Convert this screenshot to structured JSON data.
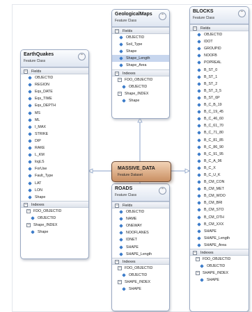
{
  "dataset": {
    "title": "MASSIVE_DATA",
    "subtitle": "Feature Dataset"
  },
  "collapse_glyph": "⌃",
  "entities": {
    "geologicalmaps": {
      "title": "GeologicalMaps",
      "subtitle": "Feature Class",
      "fields_header": "Fields",
      "fields": [
        "OBJECTID",
        "Soil_Type",
        "Shape",
        "Shape_Length",
        "Shape_Area"
      ],
      "highlighted_field": "Shape_Length",
      "indexes_header": "Indexes",
      "indexes": [
        {
          "name": "FDO_OBJECTID",
          "field": "OBJECTID"
        },
        {
          "name": "Shape_INDEX",
          "field": "Shape"
        }
      ]
    },
    "earthquakes": {
      "title": "EarthQuakes",
      "subtitle": "Feature Class",
      "fields_header": "Fields",
      "fields": [
        "OBJECTID",
        "REGION",
        "Eqs_DATE",
        "Eqs_TIME",
        "Eqs_DEPTH",
        "MS",
        "ML",
        "I_MAX",
        "STRIKE",
        "DIP",
        "RAKE",
        "L_KM",
        "logLS",
        "ForUse",
        "Fault_Type",
        "LAT",
        "LON",
        "Shape"
      ],
      "indexes_header": "Indexes",
      "indexes": [
        {
          "name": "FDO_OBJECTID",
          "field": "OBJECTID"
        },
        {
          "name": "Shape_INDEX",
          "field": "Shape"
        }
      ]
    },
    "roads": {
      "title": "ROADS",
      "subtitle": "Feature Class",
      "fields_header": "Fields",
      "fields": [
        "OBJECTID",
        "NAME",
        "ONEWAY",
        "NOOFLANES",
        "IDNET",
        "SHAPE",
        "SHAPE_Length"
      ],
      "indexes_header": "Indexes",
      "indexes": [
        {
          "name": "FDO_OBJECTID",
          "field": "OBJECTID"
        },
        {
          "name": "SHAPE_INDEX",
          "field": "SHAPE"
        }
      ]
    },
    "blocks": {
      "title": "BLOCKS",
      "subtitle": "Feature Class",
      "fields_header": "Fields",
      "fields": [
        "OBJECTID",
        "IDOT",
        "GROUPID",
        "NOOFB",
        "POPREAL",
        "B_ST_0",
        "B_ST_1",
        "B_ST_2",
        "B_ST_3_5",
        "B_ST_6P",
        "B_C_B_19",
        "B_C_19_45",
        "B_C_46_60",
        "B_C_61_70",
        "B_C_71_80",
        "B_C_81_85",
        "B_C_86_90",
        "B_C_91_95",
        "B_C_A_96",
        "B_C_X",
        "B_C_U_K",
        "B_CM_CON",
        "B_CM_MET",
        "B_CM_WOO",
        "B_CM_BRI",
        "B_CM_STO",
        "B_CM_OTH",
        "B_CM_XXX",
        "SHAPE",
        "SHAPE_Length",
        "SHAPE_Area"
      ],
      "indexes_header": "Indexes",
      "indexes": [
        {
          "name": "FDO_OBJECTID",
          "field": "OBJECTID"
        },
        {
          "name": "SHAPE_INDEX",
          "field": "SHAPE"
        }
      ]
    }
  },
  "colors": {
    "dataset_fill": "#d9a982",
    "dataset_border": "#6b4a36",
    "connector": "#8aa2c8",
    "field_bullet": "#3d7cc9",
    "highlight": "#c7d6ee"
  }
}
